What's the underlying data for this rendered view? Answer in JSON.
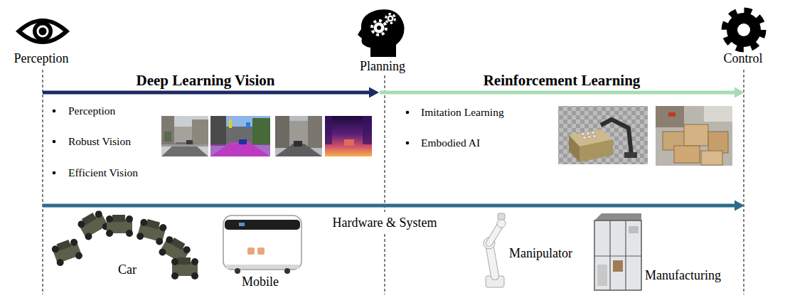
{
  "diagram": {
    "labels": [
      "Perception",
      "Planning",
      "Control",
      "Deep Learning Vision",
      "Reinforcement Learning",
      "Perception",
      "Robust Vision",
      "Efficient Vision",
      "Imitation Learning",
      "Embodied AI",
      "Hardware & System",
      "Car",
      "Mobile",
      "Manipulator",
      "Manufacturing"
    ]
  }
}
